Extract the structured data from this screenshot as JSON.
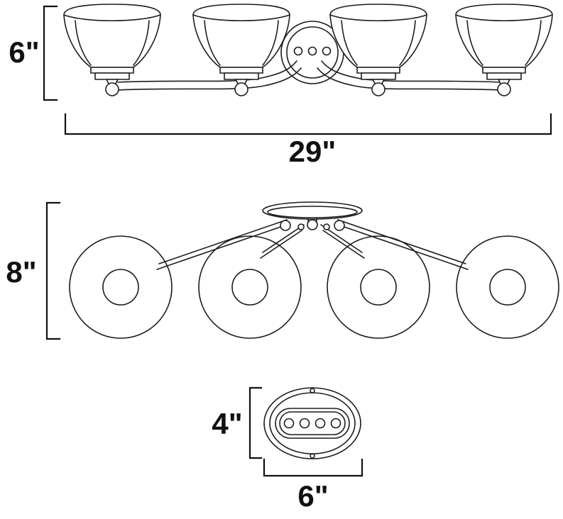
{
  "diagram": {
    "front_view": {
      "height_label": "6\"",
      "width_label": "29\""
    },
    "top_view": {
      "height_label": "8\""
    },
    "canopy_view": {
      "height_label": "4\"",
      "width_label": "6\""
    }
  },
  "colors": {
    "line": "#1c1c1c",
    "dimension": "#111111",
    "background": "#ffffff"
  }
}
